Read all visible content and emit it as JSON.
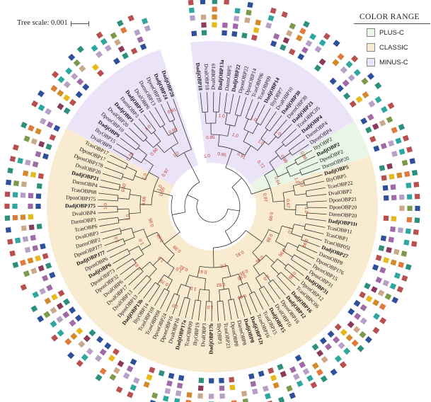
{
  "tree_scale": {
    "label": "Tree scale: 0.001"
  },
  "legend": {
    "title": "COLOR RANGE",
    "items": [
      {
        "label": "PLUS-C",
        "color": "#e9f6e6"
      },
      {
        "label": "CLASSIC",
        "color": "#f8ebd0"
      },
      {
        "label": "MINUS-C",
        "color": "#ebe4f8"
      }
    ]
  },
  "ring_colors": [
    "#2e4f9a",
    "#e6b81c",
    "#c9a98a",
    "#2fa6a0",
    "#2e8f7c",
    "#a06aa8",
    "#d48a2a",
    "#7a9a4a",
    "#b85050",
    "#8a3a5a",
    "#b7a0c8",
    "#e07a3a"
  ],
  "leaves": [
    {
      "name": "DadjOBP18",
      "bold": true,
      "group": "minus"
    },
    {
      "name": "DvalOBP18",
      "bold": false,
      "group": "minus"
    },
    {
      "name": "DvalOBP19",
      "bold": false,
      "group": "minus"
    },
    {
      "name": "DadjOBP13a",
      "bold": true,
      "group": "minus"
    },
    {
      "name": "DarmOBP5",
      "bold": false,
      "group": "minus"
    },
    {
      "name": "DadjOBP22",
      "bold": true,
      "group": "minus"
    },
    {
      "name": "DponOBP22",
      "bold": false,
      "group": "minus"
    },
    {
      "name": "DponOBP14",
      "bold": false,
      "group": "minus"
    },
    {
      "name": "TcasOBP06",
      "bold": false,
      "group": "minus"
    },
    {
      "name": "TcasOBP09",
      "bold": false,
      "group": "minus"
    },
    {
      "name": "DadjOBP14",
      "bold": true,
      "group": "minus"
    },
    {
      "name": "IltyOBP7",
      "bold": false,
      "group": "minus"
    },
    {
      "name": "DvalOBP10",
      "bold": false,
      "group": "minus"
    },
    {
      "name": "DadjOBP30",
      "bold": true,
      "group": "minus"
    },
    {
      "name": "DarmOBP30",
      "bold": false,
      "group": "minus"
    },
    {
      "name": "DadjOBP23",
      "bold": true,
      "group": "minus"
    },
    {
      "name": "TcasOBPC05",
      "bold": false,
      "group": "minus"
    },
    {
      "name": "DadjOBP4",
      "bold": true,
      "group": "minus"
    },
    {
      "name": "DarmOBP4",
      "bold": false,
      "group": "minus"
    },
    {
      "name": "DponOBP4",
      "bold": false,
      "group": "minus"
    },
    {
      "name": "IltyOBP2",
      "bold": false,
      "group": "plus"
    },
    {
      "name": "DadjOBP2",
      "bold": true,
      "group": "plus"
    },
    {
      "name": "DponOBP2",
      "bold": false,
      "group": "plus"
    },
    {
      "name": "DarmOBP20",
      "bold": false,
      "group": "plus"
    },
    {
      "name": "DadjOBP5",
      "bold": true,
      "group": "classic"
    },
    {
      "name": "IltyOBP5",
      "bold": false,
      "group": "classic"
    },
    {
      "name": "TcasOBP22",
      "bold": false,
      "group": "classic"
    },
    {
      "name": "DvalOBP2",
      "bold": false,
      "group": "classic"
    },
    {
      "name": "DponOBP21",
      "bold": false,
      "group": "classic"
    },
    {
      "name": "DponOBP20",
      "bold": false,
      "group": "classic"
    },
    {
      "name": "DarmOBP20",
      "bold": false,
      "group": "classic"
    },
    {
      "name": "DadjOBP11t",
      "bold": true,
      "group": "classic"
    },
    {
      "name": "TcasOBP11",
      "bold": false,
      "group": "classic"
    },
    {
      "name": "TcasOBP1",
      "bold": false,
      "group": "classic"
    },
    {
      "name": "TcasOBP05l",
      "bold": false,
      "group": "classic"
    },
    {
      "name": "DadjOBP27",
      "bold": true,
      "group": "classic"
    },
    {
      "name": "DarmOBP8",
      "bold": false,
      "group": "classic"
    },
    {
      "name": "DponOBP176",
      "bold": false,
      "group": "classic"
    },
    {
      "name": "DponOBP15",
      "bold": false,
      "group": "classic"
    },
    {
      "name": "DponOBP31",
      "bold": false,
      "group": "classic"
    },
    {
      "name": "DadjOBP31",
      "bold": true,
      "group": "classic"
    },
    {
      "name": "DponOBP12",
      "bold": false,
      "group": "classic"
    },
    {
      "name": "TcasOBPC06",
      "bold": false,
      "group": "classic"
    },
    {
      "name": "DadjOBP16",
      "bold": true,
      "group": "classic"
    },
    {
      "name": "DadjOBP12",
      "bold": true,
      "group": "classic"
    },
    {
      "name": "DponOBP16",
      "bold": false,
      "group": "classic"
    },
    {
      "name": "DvalOBP16",
      "bold": false,
      "group": "classic"
    },
    {
      "name": "DadjOBP15",
      "bold": true,
      "group": "classic"
    },
    {
      "name": "TcasOBP15",
      "bold": false,
      "group": "classic"
    },
    {
      "name": "TcasOBP16",
      "bold": false,
      "group": "classic"
    },
    {
      "name": "DadjOBP12t",
      "bold": true,
      "group": "classic"
    },
    {
      "name": "DadjOBP8",
      "bold": true,
      "group": "classic"
    },
    {
      "name": "DarmOBP8",
      "bold": false,
      "group": "classic"
    },
    {
      "name": "DponOBP8",
      "bold": false,
      "group": "classic"
    },
    {
      "name": "TcasOBP23",
      "bold": false,
      "group": "classic"
    },
    {
      "name": "IltyOBP3",
      "bold": false,
      "group": "classic"
    },
    {
      "name": "DadjOBP17b",
      "bold": true,
      "group": "classic"
    },
    {
      "name": "DvalOBP3",
      "bold": false,
      "group": "classic"
    },
    {
      "name": "IltyOBP19",
      "bold": false,
      "group": "classic"
    },
    {
      "name": "TcasOBP09",
      "bold": false,
      "group": "classic"
    },
    {
      "name": "DadjOBP17a",
      "bold": true,
      "group": "classic"
    },
    {
      "name": "DvalOBP16",
      "bold": false,
      "group": "classic"
    },
    {
      "name": "DponOBP16",
      "bold": false,
      "group": "classic"
    },
    {
      "name": "DponOBP24",
      "bold": false,
      "group": "classic"
    },
    {
      "name": "TcasOBP09l",
      "bold": false,
      "group": "classic"
    },
    {
      "name": "TcasOBP10l",
      "bold": false,
      "group": "classic"
    },
    {
      "name": "IltyOBP14",
      "bold": false,
      "group": "classic"
    },
    {
      "name": "DadjOBP13b",
      "bold": true,
      "group": "classic"
    },
    {
      "name": "DponOBP13",
      "bold": false,
      "group": "classic"
    },
    {
      "name": "DvalOBP13",
      "bold": false,
      "group": "classic"
    },
    {
      "name": "DvalOBP17",
      "bold": false,
      "group": "classic"
    },
    {
      "name": "DvalOBP6",
      "bold": false,
      "group": "classic"
    },
    {
      "name": "DponOBP32",
      "bold": false,
      "group": "classic"
    },
    {
      "name": "DponOBP73",
      "bold": false,
      "group": "classic"
    },
    {
      "name": "DadjOBP6",
      "bold": true,
      "group": "classic"
    },
    {
      "name": "DponOBP6",
      "bold": false,
      "group": "classic"
    },
    {
      "name": "DadjOBPJ77",
      "bold": true,
      "group": "classic"
    },
    {
      "name": "DponOBPJ77",
      "bold": false,
      "group": "classic"
    },
    {
      "name": "DarmOBP2",
      "bold": false,
      "group": "classic"
    },
    {
      "name": "DvalOBP3",
      "bold": false,
      "group": "classic"
    },
    {
      "name": "TcasOBP6",
      "bold": false,
      "group": "classic"
    },
    {
      "name": "DarmOBP1",
      "bold": false,
      "group": "classic"
    },
    {
      "name": "DvalOBP4",
      "bold": false,
      "group": "classic"
    },
    {
      "name": "DadjOBPJ75",
      "bold": true,
      "group": "classic"
    },
    {
      "name": "DponOBPJ75",
      "bold": false,
      "group": "classic"
    },
    {
      "name": "TcasOBP08",
      "bold": false,
      "group": "classic"
    },
    {
      "name": "DarmOBP4",
      "bold": false,
      "group": "classic"
    },
    {
      "name": "DadjOBP21",
      "bold": true,
      "group": "classic"
    },
    {
      "name": "DvalOBP20",
      "bold": false,
      "group": "classic"
    },
    {
      "name": "DponOBP178",
      "bold": false,
      "group": "classic"
    },
    {
      "name": "DponOBP17",
      "bold": false,
      "group": "classic"
    },
    {
      "name": "TcasOBP17",
      "bold": false,
      "group": "classic"
    },
    {
      "name": "DvalOBP9",
      "bold": false,
      "group": "minus"
    },
    {
      "name": "IltyOBP15",
      "bold": false,
      "group": "minus"
    },
    {
      "name": "DadjOBP9",
      "bold": true,
      "group": "minus"
    },
    {
      "name": "DponOBP10",
      "bold": false,
      "group": "minus"
    },
    {
      "name": "DvalOBP20",
      "bold": false,
      "group": "minus"
    },
    {
      "name": "DadjOBP3",
      "bold": true,
      "group": "minus"
    },
    {
      "name": "DarmOBP3",
      "bold": false,
      "group": "minus"
    },
    {
      "name": "DadjOBP11",
      "bold": true,
      "group": "minus"
    },
    {
      "name": "DvalOBP6",
      "bold": false,
      "group": "minus"
    },
    {
      "name": "DarmOBP13",
      "bold": false,
      "group": "minus"
    },
    {
      "name": "DponOBP28",
      "bold": false,
      "group": "minus"
    },
    {
      "name": "DadjOBP24",
      "bold": true,
      "group": "minus"
    },
    {
      "name": "DadjOBP28",
      "bold": true,
      "group": "minus"
    }
  ],
  "bootstrap_labels": [
    "1.0",
    "1.0",
    "1.0",
    "1.0",
    "0.95",
    "1.0",
    "0.68",
    "1.0",
    "1.0",
    "0.97",
    "0.99",
    "1.0",
    "0.96",
    "1.0",
    "0.99",
    "0.67",
    "0.78",
    "1.0",
    "1.0",
    "1.0",
    "0.99",
    "0.99",
    "1.0",
    "0.64",
    "0.92",
    "0.81",
    "1.0",
    "0.61",
    "0.99",
    "0.98",
    "1.0",
    "0.72",
    "1.0",
    "0.89",
    "0.85",
    "0.79",
    "0.97",
    "1.0",
    "0.96",
    "0.91",
    "1.0",
    "0.99",
    "1.0",
    "1.0",
    "0.88",
    "0.68",
    "1.0",
    "0.95",
    "1.0",
    "1.0",
    "0.97",
    "0.92",
    "1.0",
    "0.95",
    "0.96",
    "0.91",
    "0.82",
    "1.0",
    "0.65",
    "0.95"
  ]
}
